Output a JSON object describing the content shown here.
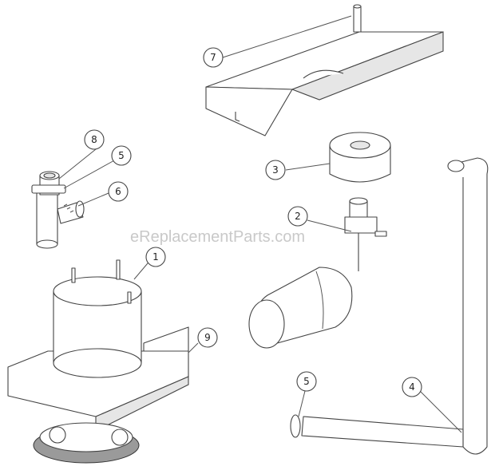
{
  "watermark": "eReplacementParts.com",
  "callouts": {
    "c1": "1",
    "c2": "2",
    "c3": "3",
    "c4": "4",
    "c5a": "5",
    "c5b": "5",
    "c6": "6",
    "c7": "7",
    "c8": "8",
    "c9": "9"
  },
  "colors": {
    "line": "#444444",
    "watermark": "#c9c9c9",
    "background": "#ffffff"
  }
}
